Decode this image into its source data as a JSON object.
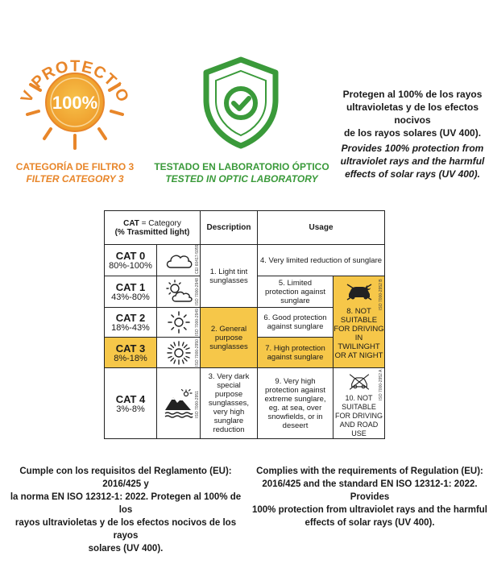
{
  "badges": {
    "uv": {
      "arc_text": "UV PROTECTION",
      "percent": "100%",
      "caption_es": "CATEGORÍA DE FILTRO 3",
      "caption_en": "FILTER CATEGORY 3",
      "color": "#e8862a"
    },
    "lab": {
      "caption_es": "TESTADO EN LABORATORIO ÓPTICO",
      "caption_en": "TESTED IN OPTIC LABORATORY",
      "color": "#3a9a3a"
    }
  },
  "intro": {
    "es_lines": [
      "Protegen al 100% de los rayos",
      "ultravioletas y de los efectos nocivos",
      "de los rayos solares (UV 400)."
    ],
    "en_lines": [
      "Provides 100% protection from",
      "ultraviolet rays and the harmful",
      "effects of solar rays (UV 400)."
    ]
  },
  "table": {
    "header_cat_bold": "CAT",
    "header_cat_rest": " = Category",
    "header_cat_line2": "(% Trasmitted light)",
    "header_description": "Description",
    "header_usage": "Usage",
    "cats": [
      {
        "name": "CAT 0",
        "range": "80%-100%",
        "iso": "CEI 60417-5955"
      },
      {
        "name": "CAT 1",
        "range": "43%-80%",
        "iso": "ISO 7000-2948"
      },
      {
        "name": "CAT 2",
        "range": "18%-43%",
        "iso": "ISO 7000-2949"
      },
      {
        "name": "CAT 3",
        "range": "8%-18%",
        "iso": "ISO 7000-2950"
      },
      {
        "name": "CAT 4",
        "range": "3%-8%",
        "iso": "ISO 7000-2951"
      }
    ],
    "desc": {
      "d1": "1. Light tint sunglasses",
      "d2": "2. General purpose sunglasses",
      "d3": "3. Very dark special purpose sunglasses, very high sunglare reduction"
    },
    "usage": {
      "u4": "4. Very limited reduction of sunglare",
      "u5": "5. Limited protection against sunglare",
      "u6": "6. Good protection against sunglare",
      "u7": "7. High protection against sunglare",
      "u8": "8. NOT SUITABLE FOR DRIVING IN TWILINGHT OR AT NIGHT",
      "u8_iso": "ISO 7000-2952 B",
      "u9": "9. Very high protection against extreme sunglare, eg. at sea, over snowfields, or in deseert",
      "u10": "10. NOT SUITABLE FOR DRIVING AND ROAD USE",
      "u10_iso": "ISO 7000-2952 A"
    },
    "highlight_color": "#f6c749"
  },
  "footer": {
    "es_lines": [
      "Cumple con los requisitos del Reglamento (EU): 2016/425 y",
      "la norma EN ISO 12312-1: 2022. Protegen al 100% de los",
      "rayos ultravioletas y de los efectos nocivos de los rayos",
      "solares (UV 400)."
    ],
    "en_lines": [
      "Complies with the requirements of Regulation (EU):",
      "2016/425 and the standard EN ISO 12312-1: 2022. Provides",
      "100% protection from ultraviolet rays and the harmful",
      "effects of solar rays (UV 400)."
    ]
  }
}
